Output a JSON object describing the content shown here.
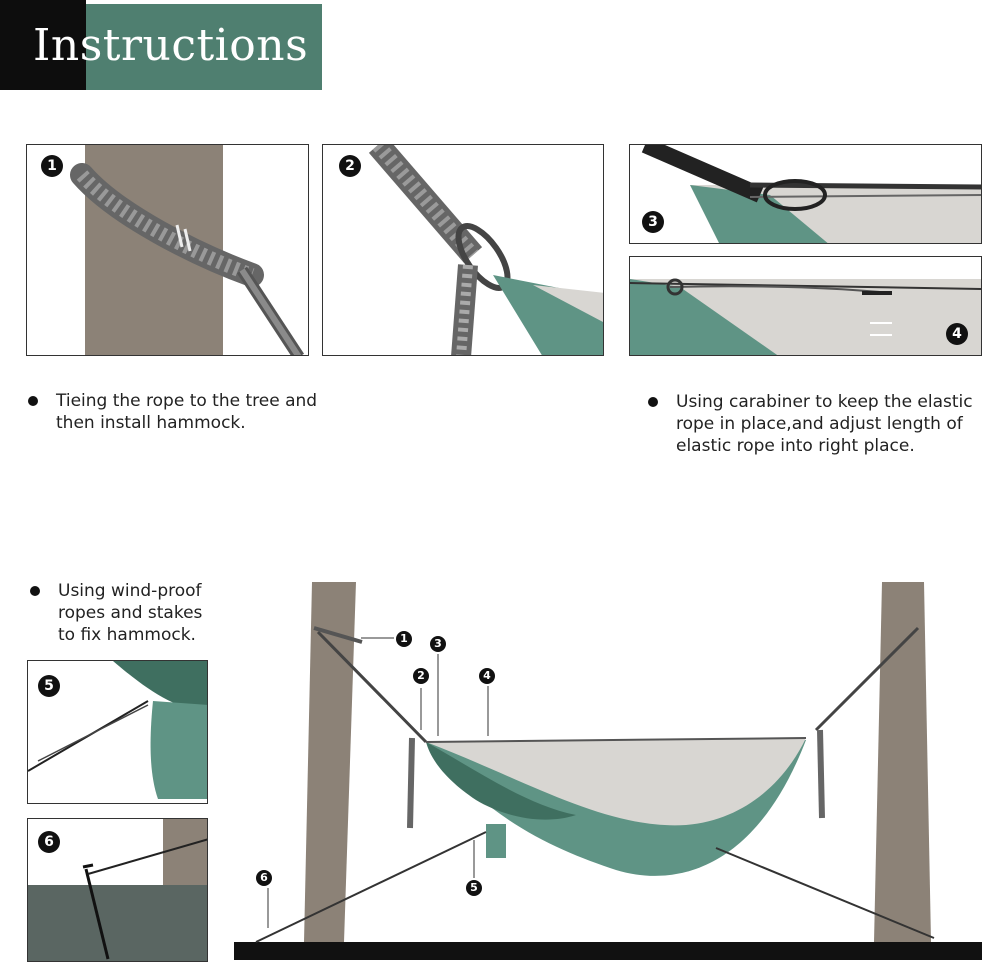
{
  "header": {
    "title": "Instructions"
  },
  "steps": {
    "s1": "1",
    "s2": "2",
    "s3": "3",
    "s4": "4",
    "s5": "5",
    "s6": "6"
  },
  "captions": {
    "tree": [
      "Tieing the rope to the tree and",
      "then install hammock."
    ],
    "carabiner": [
      "Using carabiner to keep the elastic",
      "rope in place,and adjust length of",
      "elastic rope into right place."
    ],
    "windproof": [
      "Using wind-proof",
      "ropes and stakes",
      "to fix hammock."
    ]
  },
  "callouts": {
    "c1": "1",
    "c2": "2",
    "c3": "3",
    "c4": "4",
    "c5": "5",
    "c6": "6"
  },
  "colors": {
    "banner_dark": "#0d0d0d",
    "banner_green": "#4f7f70",
    "tree": "#8c8277",
    "hammock_green": "#5f9485",
    "net_gray": "#d8d6d2"
  }
}
